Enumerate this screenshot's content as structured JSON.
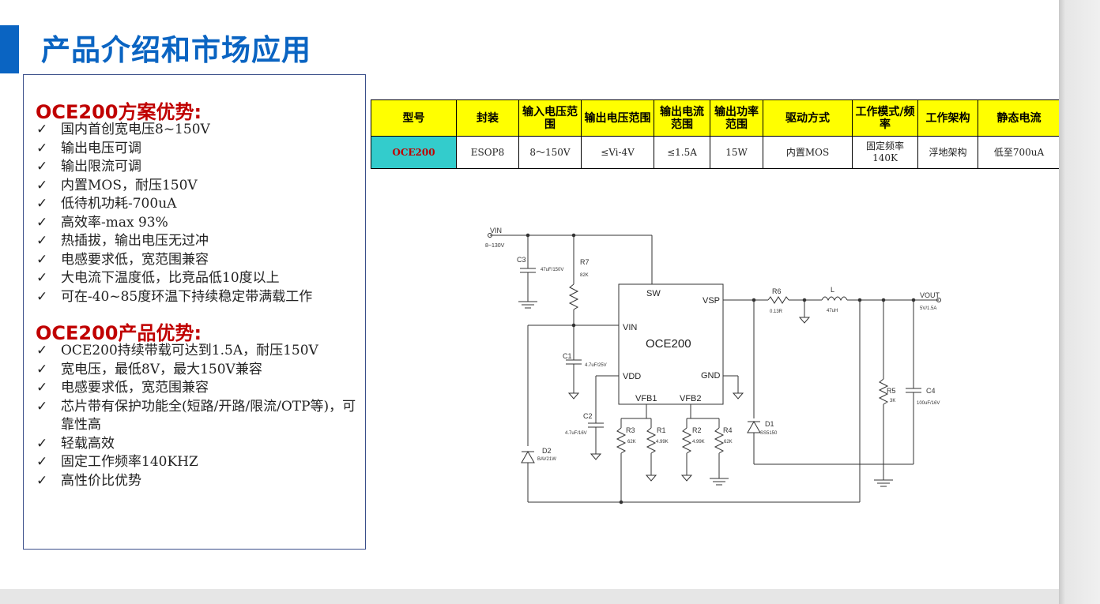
{
  "title": "产品介绍和市场应用",
  "advantages_scheme": {
    "heading": "OCE200方案优势:",
    "items": [
      "国内首创宽电压8~150V",
      "输出电压可调",
      "输出限流可调",
      "内置MOS，耐压150V",
      "低待机功耗-700uA",
      "高效率-max 93%",
      "热插拔，输出电压无过冲",
      "电感要求低，宽范围兼容",
      "大电流下温度低，比竞品低10度以上",
      "可在-40~85度环温下持续稳定带满载工作"
    ]
  },
  "advantages_product": {
    "heading": "OCE200产品优势:",
    "items": [
      "OCE200持续带载可达到1.5A，耐压150V",
      "宽电压，最低8V，最大150V兼容",
      "电感要求低，宽范围兼容",
      "芯片带有保护功能全(短路/开路/限流/OTP等)，可靠性高",
      "轻载高效",
      "固定工作频率140KHZ",
      "高性价比优势"
    ]
  },
  "spec_table": {
    "headers": [
      "型号",
      "封装",
      "输入电压范围",
      "输出电压范围",
      "输出电流范围",
      "输出功率范围",
      "驱动方式",
      "工作模式/频率",
      "工作架构",
      "静态电流"
    ],
    "row": [
      "OCE200",
      "ESOP8",
      "8～150V",
      "≤Vi-4V",
      "≤1.5A",
      "15W",
      "内置MOS",
      "固定频率140K",
      "浮地架构",
      "低至700uA"
    ]
  },
  "schematic": {
    "ic_name": "OCE200",
    "pins": {
      "sw": "SW",
      "vin": "VIN",
      "vdd": "VDD",
      "vsp": "VSP",
      "gnd": "GND",
      "vfb1": "VFB1",
      "vfb2": "VFB2"
    },
    "vin_label": "VIN",
    "vin_range": "8~130V",
    "vout_label": "VOUT",
    "vout_rating": "5V/1.5A",
    "components": {
      "c3": {
        "ref": "C3",
        "value": "47uF/150V"
      },
      "r7": {
        "ref": "R7",
        "value": "82K"
      },
      "c1": {
        "ref": "C1",
        "value": "4.7uF/25V"
      },
      "c2": {
        "ref": "C2",
        "value": "4.7uF/16V"
      },
      "r6": {
        "ref": "R6",
        "value": "0.13R"
      },
      "l": {
        "ref": "L",
        "value": "47uH"
      },
      "r5": {
        "ref": "R5",
        "value": "3K"
      },
      "c4": {
        "ref": "C4",
        "value": "100uF/16V"
      },
      "d1": {
        "ref": "D1",
        "value": "SS5150"
      },
      "d2": {
        "ref": "D2",
        "value": "BAV21W"
      },
      "r3": {
        "ref": "R3",
        "value": "62K"
      },
      "r1": {
        "ref": "R1",
        "value": "4.99K"
      },
      "r2": {
        "ref": "R2",
        "value": "4.99K"
      },
      "r4": {
        "ref": "R4",
        "value": "62K"
      }
    }
  }
}
